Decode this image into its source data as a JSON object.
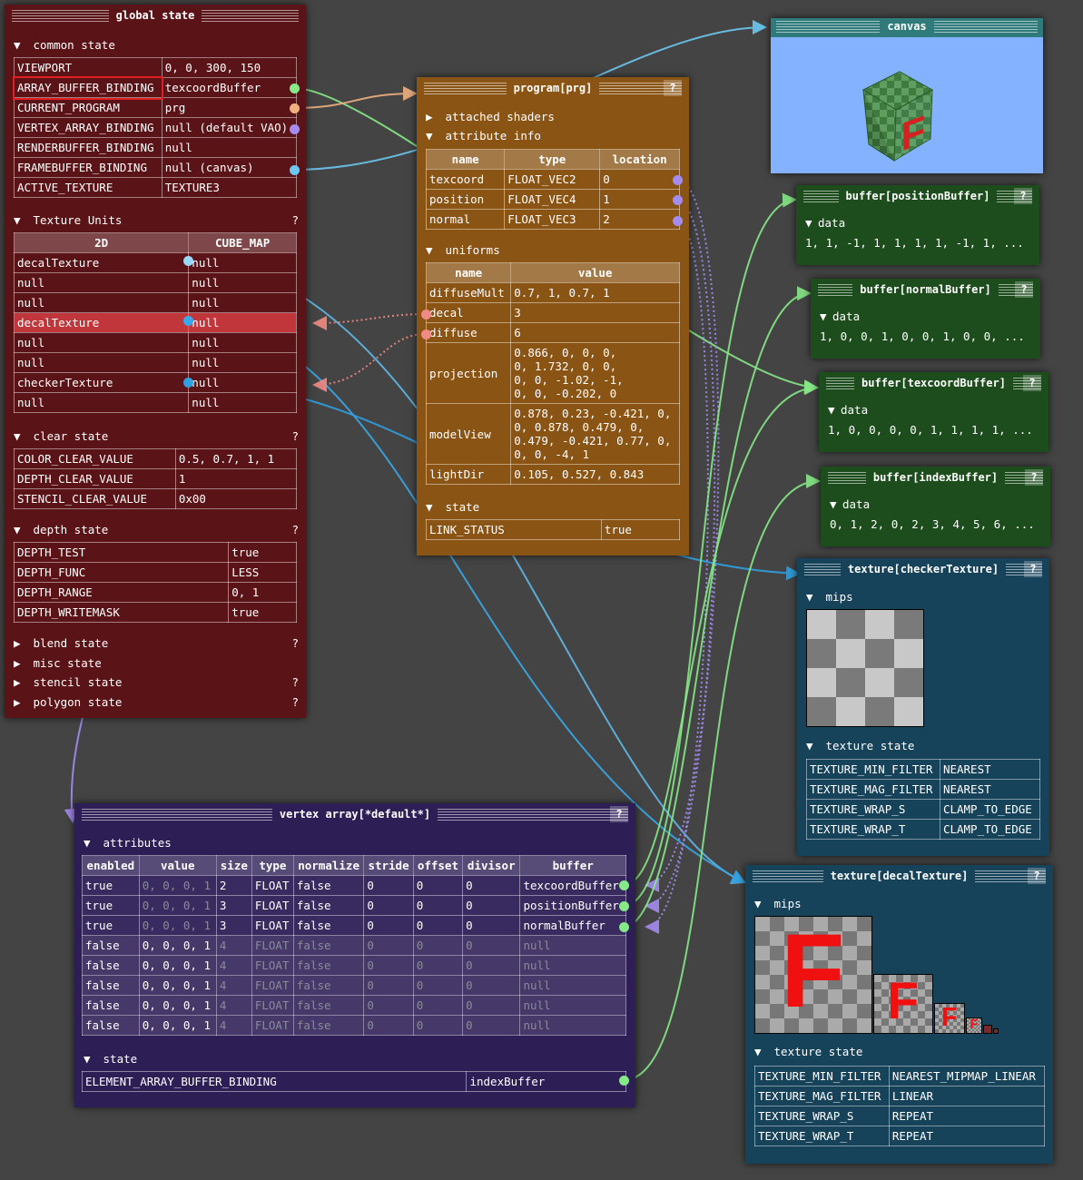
{
  "global_state": {
    "title": "global state",
    "common_state": {
      "label": "common state",
      "rows": [
        [
          "VIEWPORT",
          "0, 0, 300, 150"
        ],
        [
          "ARRAY_BUFFER_BINDING",
          "texcoordBuffer"
        ],
        [
          "CURRENT_PROGRAM",
          "prg"
        ],
        [
          "VERTEX_ARRAY_BINDING",
          "null (default VAO)"
        ],
        [
          "RENDERBUFFER_BINDING",
          "null"
        ],
        [
          "FRAMEBUFFER_BINDING",
          "null (canvas)"
        ],
        [
          "ACTIVE_TEXTURE",
          "TEXTURE3"
        ]
      ]
    },
    "texture_units": {
      "label": "Texture Units",
      "q": "?",
      "headers": [
        "2D",
        "CUBE_MAP"
      ],
      "rows": [
        [
          "decalTexture",
          "null"
        ],
        [
          "null",
          "null"
        ],
        [
          "null",
          "null"
        ],
        [
          "decalTexture",
          "null"
        ],
        [
          "null",
          "null"
        ],
        [
          "null",
          "null"
        ],
        [
          "checkerTexture",
          "null"
        ],
        [
          "null",
          "null"
        ]
      ]
    },
    "clear_state": {
      "label": "clear state",
      "q": "?",
      "rows": [
        [
          "COLOR_CLEAR_VALUE",
          "0.5, 0.7, 1, 1"
        ],
        [
          "DEPTH_CLEAR_VALUE",
          "1"
        ],
        [
          "STENCIL_CLEAR_VALUE",
          "0x00"
        ]
      ]
    },
    "depth_state": {
      "label": "depth state",
      "q": "?",
      "rows": [
        [
          "DEPTH_TEST",
          "true"
        ],
        [
          "DEPTH_FUNC",
          "LESS"
        ],
        [
          "DEPTH_RANGE",
          "0, 1"
        ],
        [
          "DEPTH_WRITEMASK",
          "true"
        ]
      ]
    },
    "collapsed": [
      {
        "label": "blend state",
        "q": "?"
      },
      {
        "label": "misc state",
        "q": ""
      },
      {
        "label": "stencil state",
        "q": "?"
      },
      {
        "label": "polygon state",
        "q": "?"
      }
    ]
  },
  "program": {
    "title": "program[prg]",
    "q": "?",
    "attached_shaders": "attached shaders",
    "attribute_info": {
      "label": "attribute info",
      "headers": [
        "name",
        "type",
        "location"
      ],
      "rows": [
        [
          "texcoord",
          "FLOAT_VEC2",
          "0"
        ],
        [
          "position",
          "FLOAT_VEC4",
          "1"
        ],
        [
          "normal",
          "FLOAT_VEC3",
          "2"
        ]
      ]
    },
    "uniforms": {
      "label": "uniforms",
      "headers": [
        "name",
        "value"
      ],
      "rows": [
        [
          "diffuseMult",
          "0.7, 1, 0.7, 1"
        ],
        [
          "decal",
          "3"
        ],
        [
          "diffuse",
          "6"
        ],
        [
          "projection",
          "0.866, 0, 0, 0,\n0, 1.732, 0, 0,\n0, 0, -1.02, -1,\n0, 0, -0.202, 0"
        ],
        [
          "modelView",
          "0.878, 0.23, -0.421, 0,\n0, 0.878, 0.479, 0,\n0.479, -0.421, 0.77, 0,\n0, 0, -4, 1"
        ],
        [
          "lightDir",
          "0.105, 0.527, 0.843"
        ]
      ]
    },
    "state": {
      "label": "state",
      "rows": [
        [
          "LINK_STATUS",
          "true"
        ]
      ]
    }
  },
  "canvas": {
    "title": "canvas",
    "cube_letter": "F"
  },
  "buffers": [
    {
      "title": "buffer[positionBuffer]",
      "q": "?",
      "data_label": "data",
      "data": "1, 1, -1, 1, 1, 1, 1, -1, 1, ..."
    },
    {
      "title": "buffer[normalBuffer]",
      "q": "?",
      "data_label": "data",
      "data": "1, 0, 0, 1, 0, 0, 1, 0, 0, ..."
    },
    {
      "title": "buffer[texcoordBuffer]",
      "q": "?",
      "data_label": "data",
      "data": "1, 0, 0, 0, 0, 1, 1, 1, 1, ..."
    },
    {
      "title": "buffer[indexBuffer]",
      "q": "?",
      "data_label": "data",
      "data": "0, 1, 2, 0, 2, 3, 4, 5, 6, ..."
    }
  ],
  "checker_texture": {
    "title": "texture[checkerTexture]",
    "q": "?",
    "mips_label": "mips",
    "state_label": "texture state",
    "rows": [
      [
        "TEXTURE_MIN_FILTER",
        "NEAREST"
      ],
      [
        "TEXTURE_MAG_FILTER",
        "NEAREST"
      ],
      [
        "TEXTURE_WRAP_S",
        "CLAMP_TO_EDGE"
      ],
      [
        "TEXTURE_WRAP_T",
        "CLAMP_TO_EDGE"
      ]
    ]
  },
  "decal_texture": {
    "title": "texture[decalTexture]",
    "q": "?",
    "mips_label": "mips",
    "mip_letter": "F",
    "state_label": "texture state",
    "rows": [
      [
        "TEXTURE_MIN_FILTER",
        "NEAREST_MIPMAP_LINEAR"
      ],
      [
        "TEXTURE_MAG_FILTER",
        "LINEAR"
      ],
      [
        "TEXTURE_WRAP_S",
        "REPEAT"
      ],
      [
        "TEXTURE_WRAP_T",
        "REPEAT"
      ]
    ]
  },
  "vertex_array": {
    "title": "vertex array[*default*]",
    "q": "?",
    "attributes_label": "attributes",
    "headers": [
      "enabled",
      "value",
      "size",
      "type",
      "normalize",
      "stride",
      "offset",
      "divisor",
      "buffer"
    ],
    "rows": [
      [
        "true",
        "0, 0, 0, 1",
        "2",
        "FLOAT",
        "false",
        "0",
        "0",
        "0",
        "texcoordBuffer"
      ],
      [
        "true",
        "0, 0, 0, 1",
        "3",
        "FLOAT",
        "false",
        "0",
        "0",
        "0",
        "positionBuffer"
      ],
      [
        "true",
        "0, 0, 0, 1",
        "3",
        "FLOAT",
        "false",
        "0",
        "0",
        "0",
        "normalBuffer"
      ],
      [
        "false",
        "0, 0, 0, 1",
        "4",
        "FLOAT",
        "false",
        "0",
        "0",
        "0",
        "null"
      ],
      [
        "false",
        "0, 0, 0, 1",
        "4",
        "FLOAT",
        "false",
        "0",
        "0",
        "0",
        "null"
      ],
      [
        "false",
        "0, 0, 0, 1",
        "4",
        "FLOAT",
        "false",
        "0",
        "0",
        "0",
        "null"
      ],
      [
        "false",
        "0, 0, 0, 1",
        "4",
        "FLOAT",
        "false",
        "0",
        "0",
        "0",
        "null"
      ],
      [
        "false",
        "0, 0, 0, 1",
        "4",
        "FLOAT",
        "false",
        "0",
        "0",
        "0",
        "null"
      ]
    ],
    "state_label": "state",
    "state_rows": [
      [
        "ELEMENT_ARRAY_BUFFER_BINDING",
        "indexBuffer"
      ]
    ]
  },
  "icons": {
    "expanded": "▼",
    "collapsed": "▶"
  },
  "colors": {
    "global_state_bg": "#5a1418",
    "program_bg": "#8a5414",
    "canvas_bg": "#84b2ff",
    "buffer_bg": "#1d4d1d",
    "texture_bg": "#16425a",
    "vertex_array_bg": "#2d1e56",
    "wire_green": "#86e886",
    "wire_blue": "#6cc8f0",
    "wire_purple": "#a58cf0",
    "wire_orange": "#f0b080",
    "wire_pink": "#f08a84"
  }
}
